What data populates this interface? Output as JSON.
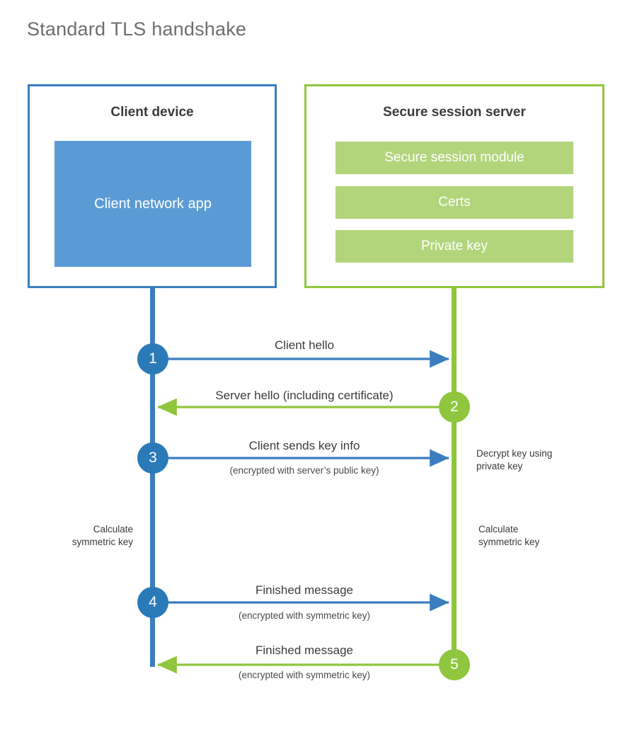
{
  "title": "Standard TLS handshake",
  "colors": {
    "client_blue": "#3a7ec0",
    "client_block_blue": "#5b9bd5",
    "client_circle_blue": "#2b7ab8",
    "server_green": "#8fc63d",
    "server_bar_green": "#b2d57c",
    "title_gray": "#6d6e71",
    "text_dark": "#3b3b3b"
  },
  "client": {
    "title": "Client device",
    "app_label": "Client network app"
  },
  "server": {
    "title": "Secure session server",
    "components": [
      {
        "label": "Secure session module"
      },
      {
        "label": "Certs"
      },
      {
        "label": "Private key"
      }
    ]
  },
  "steps": [
    {
      "number": "1",
      "label": "Client hello",
      "sub": "",
      "direction": "client-to-server",
      "color": "blue"
    },
    {
      "number": "2",
      "label": "Server hello (including certificate)",
      "sub": "",
      "direction": "server-to-client",
      "color": "green"
    },
    {
      "number": "3",
      "label": "Client sends key info",
      "sub": "(encrypted with server’s public key)",
      "direction": "client-to-server",
      "color": "blue"
    },
    {
      "number": "4",
      "label": "Finished message",
      "sub": "(encrypted with symmetric key)",
      "direction": "client-to-server",
      "color": "blue"
    },
    {
      "number": "5",
      "label": "Finished message",
      "sub": "(encrypted with symmetric key)",
      "direction": "server-to-client",
      "color": "green"
    }
  ],
  "notes": {
    "decrypt_key": "Decrypt key using\nprivate key",
    "decrypt_key_line1": "Decrypt key using",
    "decrypt_key_line2": "private key",
    "calculate_symmetric_key_client_line1": "Calculate",
    "calculate_symmetric_key_client_line2": "symmetric key",
    "calculate_symmetric_key_server_line1": "Calculate",
    "calculate_symmetric_key_server_line2": "symmetric key"
  }
}
